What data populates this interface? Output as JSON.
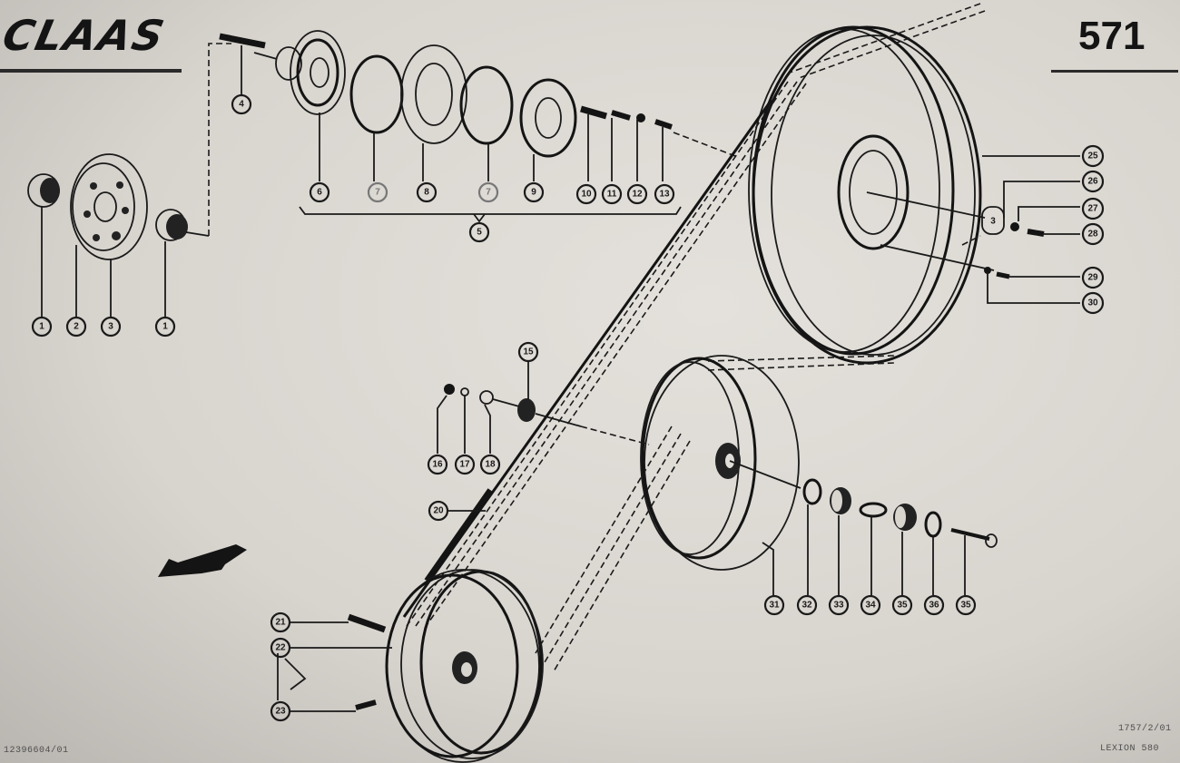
{
  "header": {
    "brand": "CLAAS",
    "page_number": "571"
  },
  "footer": {
    "left_code": "12396604/01",
    "right_code": "1757/2/01",
    "right_model": "LEXION 580"
  },
  "callouts": {
    "group_left": [
      "1",
      "2",
      "3",
      "1"
    ],
    "item_4": "4",
    "group_top": [
      "6",
      "7",
      "8",
      "7",
      "9",
      "10",
      "11",
      "12",
      "13"
    ],
    "item_5": "5",
    "group_right": [
      "25",
      "26",
      "27",
      "28",
      "29",
      "30"
    ],
    "item_3_small": "3",
    "group_mid": [
      "15",
      "16",
      "17",
      "18"
    ],
    "item_20": "20",
    "group_bottom_left": [
      "21",
      "22",
      "23"
    ],
    "group_bottom_right": [
      "31",
      "32",
      "33",
      "34",
      "35",
      "36",
      "35"
    ]
  },
  "colors": {
    "ink": "#1a1a1a",
    "paper": "#dcd8d2"
  }
}
